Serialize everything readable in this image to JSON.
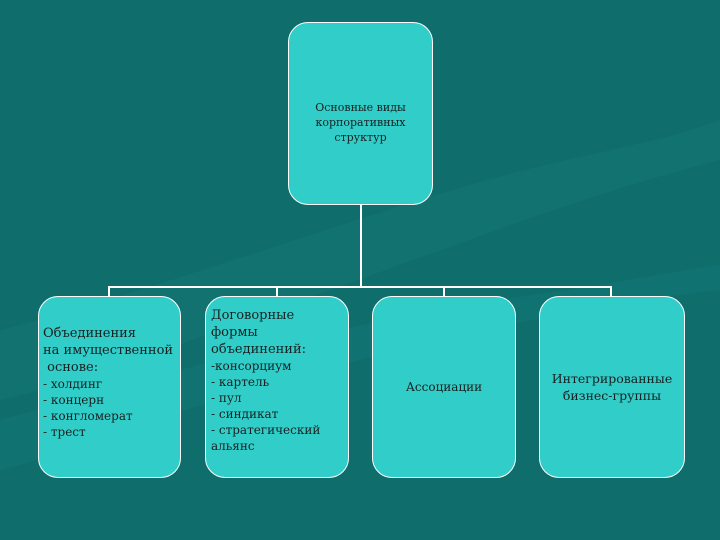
{
  "root": {
    "lines": [
      "Основные виды",
      "корпоративных",
      "структур"
    ]
  },
  "children": [
    {
      "heading": [
        "Объединения",
        "на имущественной",
        " основе:"
      ],
      "items": [
        "- холдинг",
        "- концерн",
        "- конгломерат",
        "- трест"
      ]
    },
    {
      "heading": [
        "Договорные",
        "формы",
        "объединений:"
      ],
      "items": [
        "-консорциум",
        "- картель",
        "- пул",
        "- синдикат",
        "- стратегический",
        "альянс"
      ]
    },
    {
      "label": "Ассоциации"
    },
    {
      "label_lines": [
        "Интегрированные",
        "бизнес-группы"
      ]
    }
  ],
  "colors": {
    "background": "#0f6e6c",
    "box_fill": "#31cdc9",
    "connector": "#ffffff"
  }
}
